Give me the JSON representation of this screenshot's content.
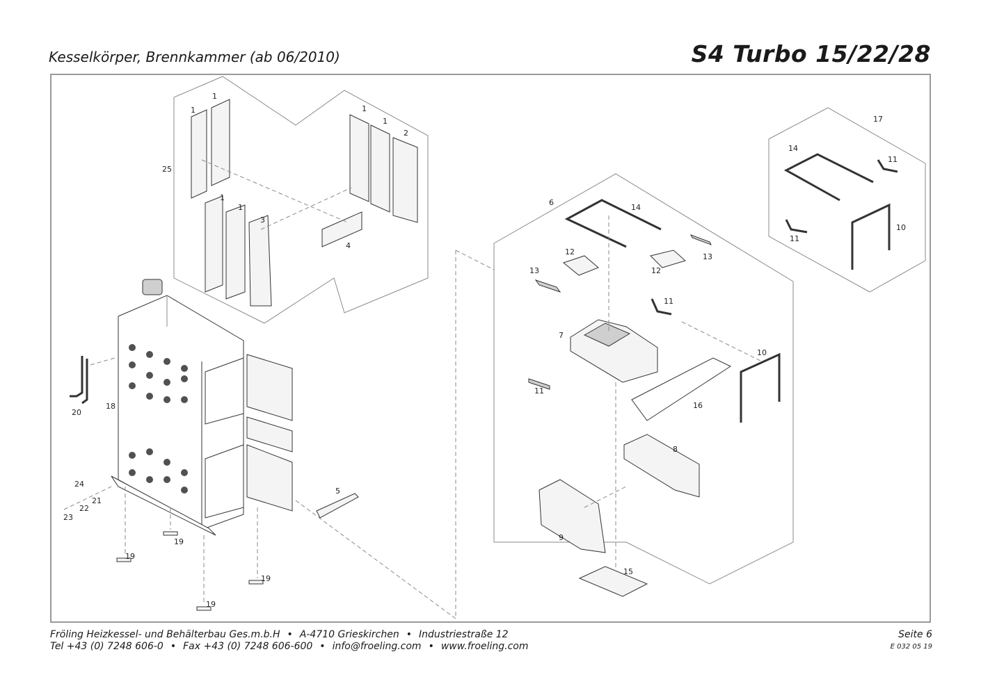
{
  "header": {
    "subtitle": "Kesselkörper, Brennkammer (ab 06/2010)",
    "model": "S4 Turbo 15/22/28"
  },
  "callouts": {
    "c1a": "1",
    "c1b": "1",
    "c25": "25",
    "c1c": "1",
    "c1d": "1",
    "c3": "3",
    "c1e": "1",
    "c1f": "1",
    "c2": "2",
    "c4": "4",
    "c6": "6",
    "c14a": "14",
    "c12a": "12",
    "c13a": "13",
    "c12b": "12",
    "c13b": "13",
    "c11a": "11",
    "c7": "7",
    "c11b": "11",
    "c10a": "10",
    "c16": "16",
    "c8": "8",
    "c9": "9",
    "c15": "15",
    "c17": "17",
    "c14b": "14",
    "c11c": "11",
    "c11d": "11",
    "c10b": "10",
    "c20": "20",
    "c18": "18",
    "c24": "24",
    "c21": "21",
    "c22": "22",
    "c23": "23",
    "c5": "5",
    "c19a": "19",
    "c19b": "19",
    "c19c": "19",
    "c19d": "19"
  },
  "footer": {
    "company": "Fröling Heizkessel- und Behälterbau Ges.m.b.H",
    "address": "A-4710 Grieskirchen",
    "street": "Industriestraße 12",
    "tel": "Tel +43 (0) 7248 606-0",
    "fax": "Fax +43 (0) 7248 606-600",
    "email": "info@froeling.com",
    "web": "www.froeling.com",
    "bullet": "•",
    "page": "Seite 6",
    "code": "E 032 05 19"
  }
}
